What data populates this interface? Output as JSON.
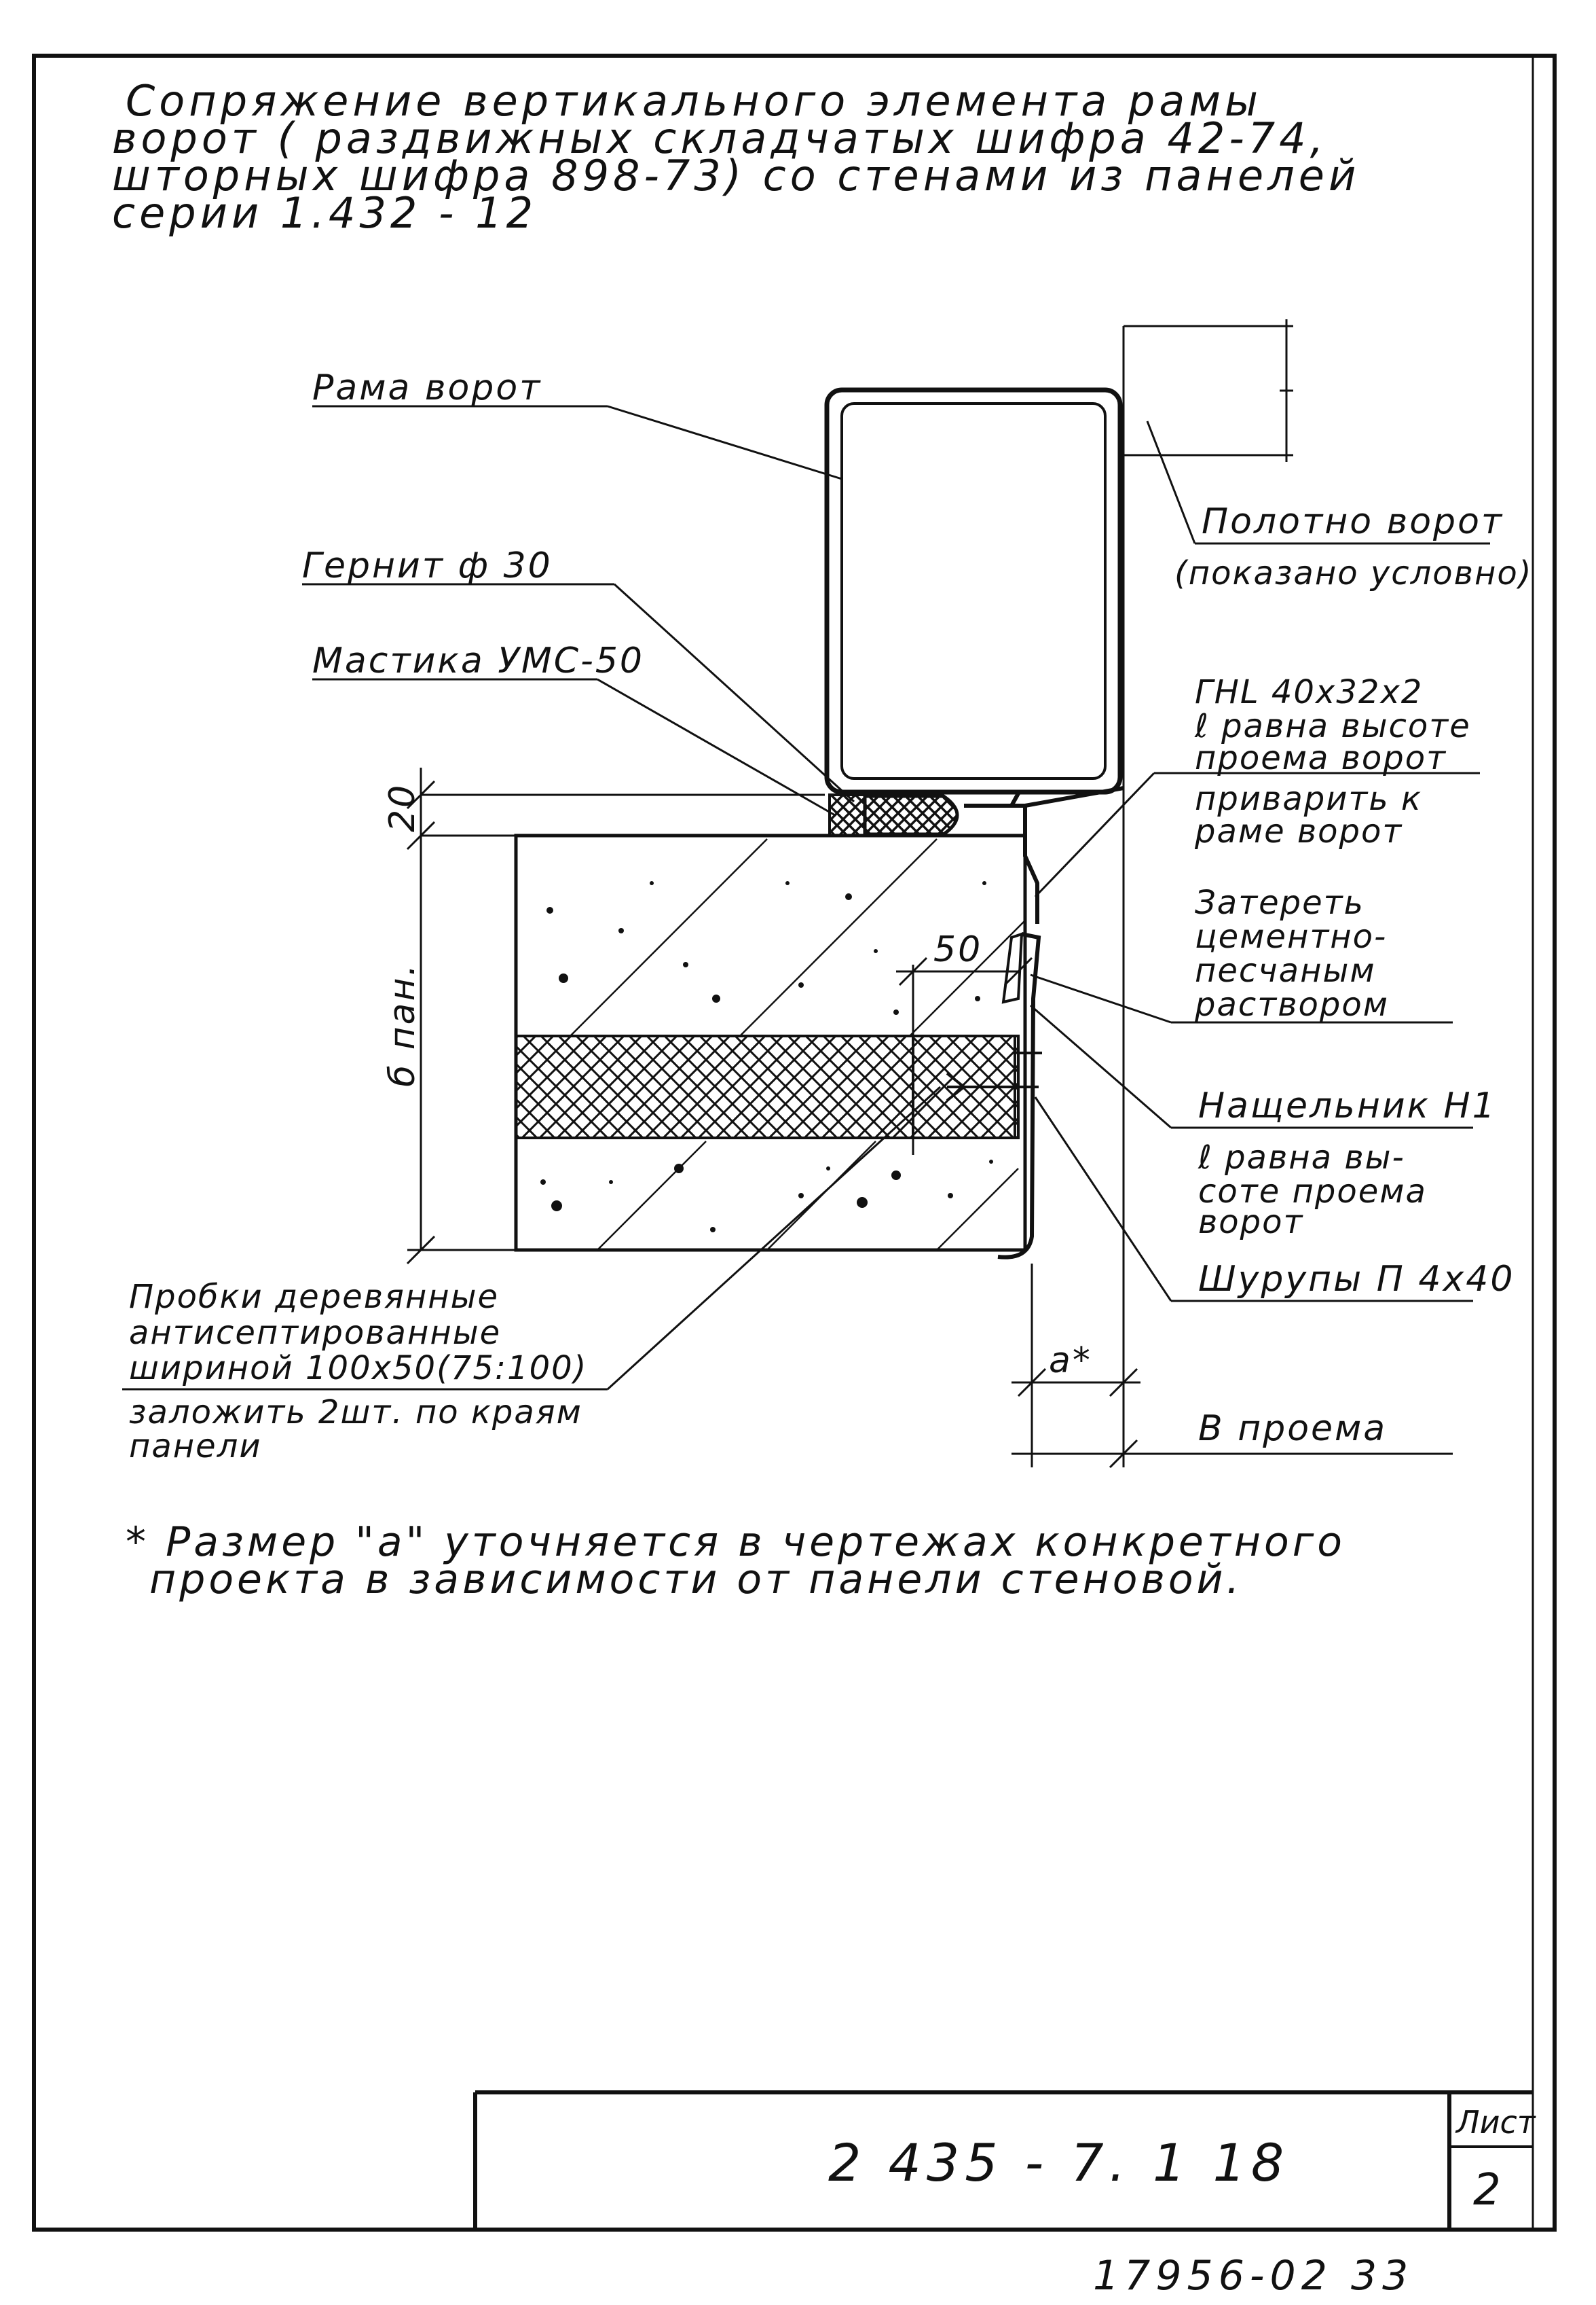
{
  "title": {
    "lines": [
      "Сопряжение вертикального элемента рамы",
      "ворот ( раздвижных складчатых шифра 42-74,",
      "шторных шифра 898-73) со стенами из панелей",
      "серии 1.432 - 12"
    ]
  },
  "callouts": {
    "frame": "Рама ворот",
    "gernit": "Гернит ф 30",
    "mastic": "Мастика УМС-50",
    "leaf": "Полотно ворот",
    "leaf_note": "(показано условно)",
    "angle": [
      "ГНL 40x32x2",
      "ℓ равна высоте",
      "проема ворот"
    ],
    "angle_note": [
      "приварить к",
      "раме ворот"
    ],
    "mortar": [
      "Затереть",
      "цементно-",
      "песчаным",
      "раствором"
    ],
    "batten": "Нащельник Н1",
    "batten_note": [
      "ℓ равна вы-",
      "соте проема",
      "ворот"
    ],
    "screws": "Шурупы П 4x40",
    "plugs": [
      "Пробки деревянные",
      "антисептированные",
      "шириной 100x50(75:100)"
    ],
    "plugs_note": [
      "заложить 2шт. по краям",
      "панели"
    ]
  },
  "dimensions": {
    "gap_top": "20",
    "panel_thickness": "б пан.",
    "plug_offset": "50",
    "dim_a": "a*",
    "opening": "В проема"
  },
  "footnote": [
    "* Размер \"a\" уточняется в чертежах конкретного",
    "проекта в зависимости от панели стеновой."
  ],
  "stamp": {
    "code": "2 435 - 7. 1 18",
    "sheet_label": "Лист",
    "sheet_number": "2"
  },
  "archive_number": "17956-02 33"
}
